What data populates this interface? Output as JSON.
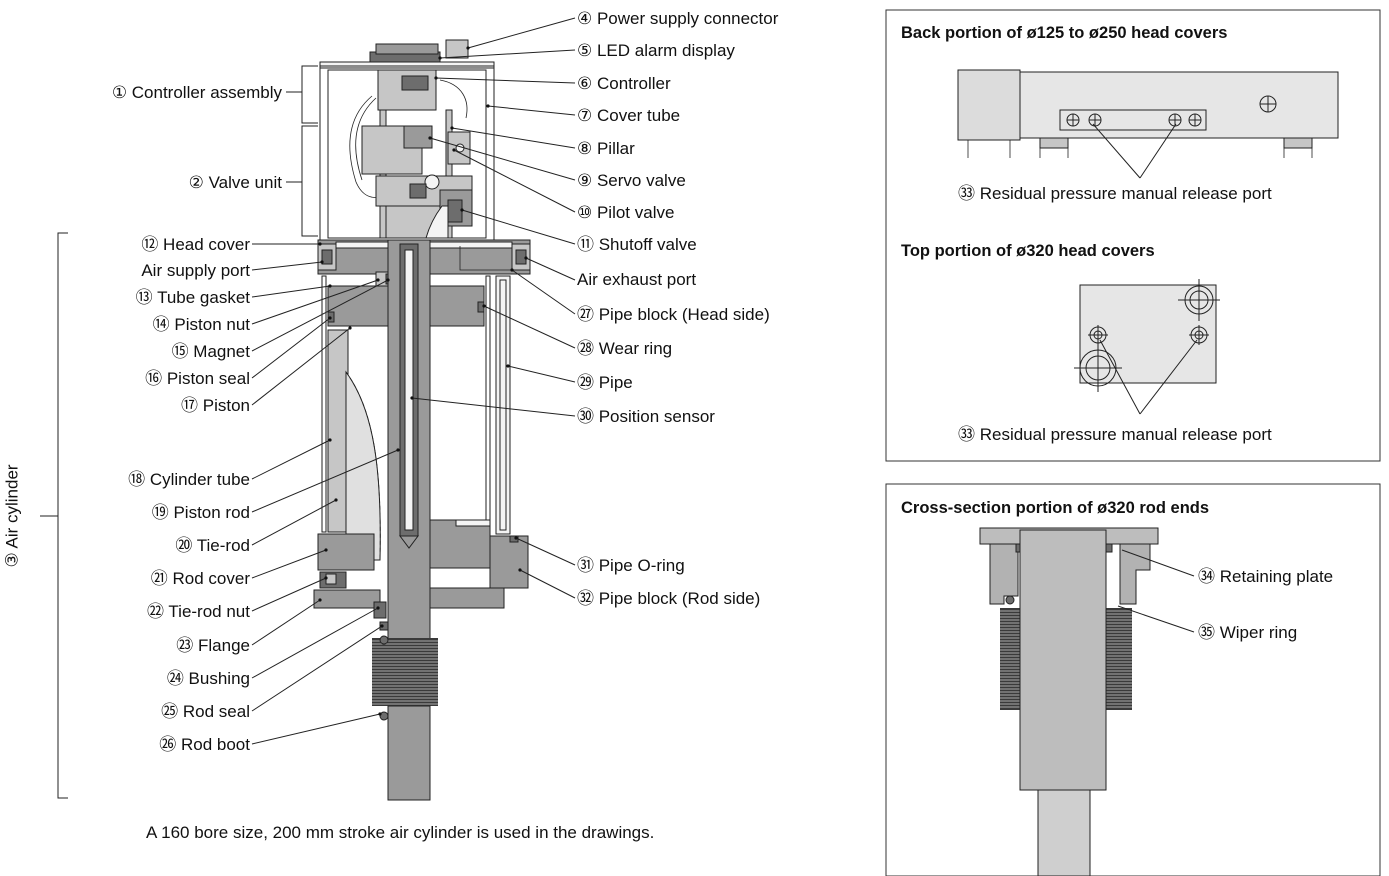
{
  "left_labels": [
    {
      "id": "l1",
      "text": "① Controller assembly"
    },
    {
      "id": "l2",
      "text": "② Valve unit"
    },
    {
      "id": "l12",
      "text": "⑫ Head cover"
    },
    {
      "id": "lasp",
      "text": "Air supply port"
    },
    {
      "id": "l13",
      "text": "⑬ Tube gasket"
    },
    {
      "id": "l14",
      "text": "⑭ Piston nut"
    },
    {
      "id": "l15",
      "text": "⑮ Magnet"
    },
    {
      "id": "l16",
      "text": "⑯ Piston seal"
    },
    {
      "id": "l17",
      "text": "⑰ Piston"
    },
    {
      "id": "l18",
      "text": "⑱ Cylinder tube"
    },
    {
      "id": "l19",
      "text": "⑲ Piston rod"
    },
    {
      "id": "l20",
      "text": "⑳ Tie-rod"
    },
    {
      "id": "l21",
      "text": "㉑ Rod cover"
    },
    {
      "id": "l22",
      "text": "㉒ Tie-rod nut"
    },
    {
      "id": "l23",
      "text": "㉓ Flange"
    },
    {
      "id": "l24",
      "text": "㉔ Bushing"
    },
    {
      "id": "l25",
      "text": "㉕ Rod seal"
    },
    {
      "id": "l26",
      "text": "㉖ Rod boot"
    }
  ],
  "right_labels": [
    {
      "id": "r4",
      "text": "④ Power supply connector"
    },
    {
      "id": "r5",
      "text": "⑤ LED alarm display"
    },
    {
      "id": "r6",
      "text": "⑥ Controller"
    },
    {
      "id": "r7",
      "text": "⑦ Cover tube"
    },
    {
      "id": "r8",
      "text": "⑧ Pillar"
    },
    {
      "id": "r9",
      "text": "⑨ Servo valve"
    },
    {
      "id": "r10",
      "text": "⑩ Pilot valve"
    },
    {
      "id": "r11",
      "text": "⑪ Shutoff valve"
    },
    {
      "id": "raep",
      "text": "Air exhaust port"
    },
    {
      "id": "r27",
      "text": "㉗ Pipe block (Head side)"
    },
    {
      "id": "r28",
      "text": "㉘ Wear ring"
    },
    {
      "id": "r29",
      "text": "㉙ Pipe"
    },
    {
      "id": "r30",
      "text": "㉚ Position sensor"
    },
    {
      "id": "r31",
      "text": "㉛ Pipe O-ring"
    },
    {
      "id": "r32",
      "text": "㉜ Pipe block (Rod side)"
    }
  ],
  "air_cylinder_label": "③ Air cylinder",
  "footnote": "A 160 bore size, 200 mm stroke air cylinder is used in the drawings.",
  "panels": {
    "back": {
      "title": "Back portion of ø125 to ø250 head covers",
      "label": "㉝ Residual pressure manual release port"
    },
    "top": {
      "title": "Top portion of ø320 head covers",
      "label": "㉝ Residual pressure manual release port"
    },
    "cross": {
      "title": "Cross-section portion of ø320 rod ends",
      "label34": "㉞ Retaining plate",
      "label35": "㉟ Wiper ring"
    }
  }
}
